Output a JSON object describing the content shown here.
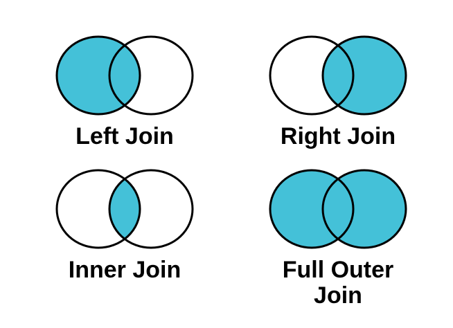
{
  "figure": {
    "description": "SQL join types shown as Venn diagrams",
    "background": "#ffffff"
  },
  "colors": {
    "accent": "#44c1d8",
    "empty": "#ffffff",
    "outline": "#000000",
    "label": "#000000"
  },
  "diagrams": [
    {
      "id": "left-join",
      "label": "Left Join",
      "left_filled": true,
      "right_filled": false,
      "intersection_filled": true
    },
    {
      "id": "right-join",
      "label": "Right Join",
      "left_filled": false,
      "right_filled": true,
      "intersection_filled": true
    },
    {
      "id": "inner-join",
      "label": "Inner Join",
      "left_filled": false,
      "right_filled": false,
      "intersection_filled": true
    },
    {
      "id": "full-outer-join",
      "label": "Full Outer Join",
      "left_filled": true,
      "right_filled": true,
      "intersection_filled": true
    }
  ]
}
